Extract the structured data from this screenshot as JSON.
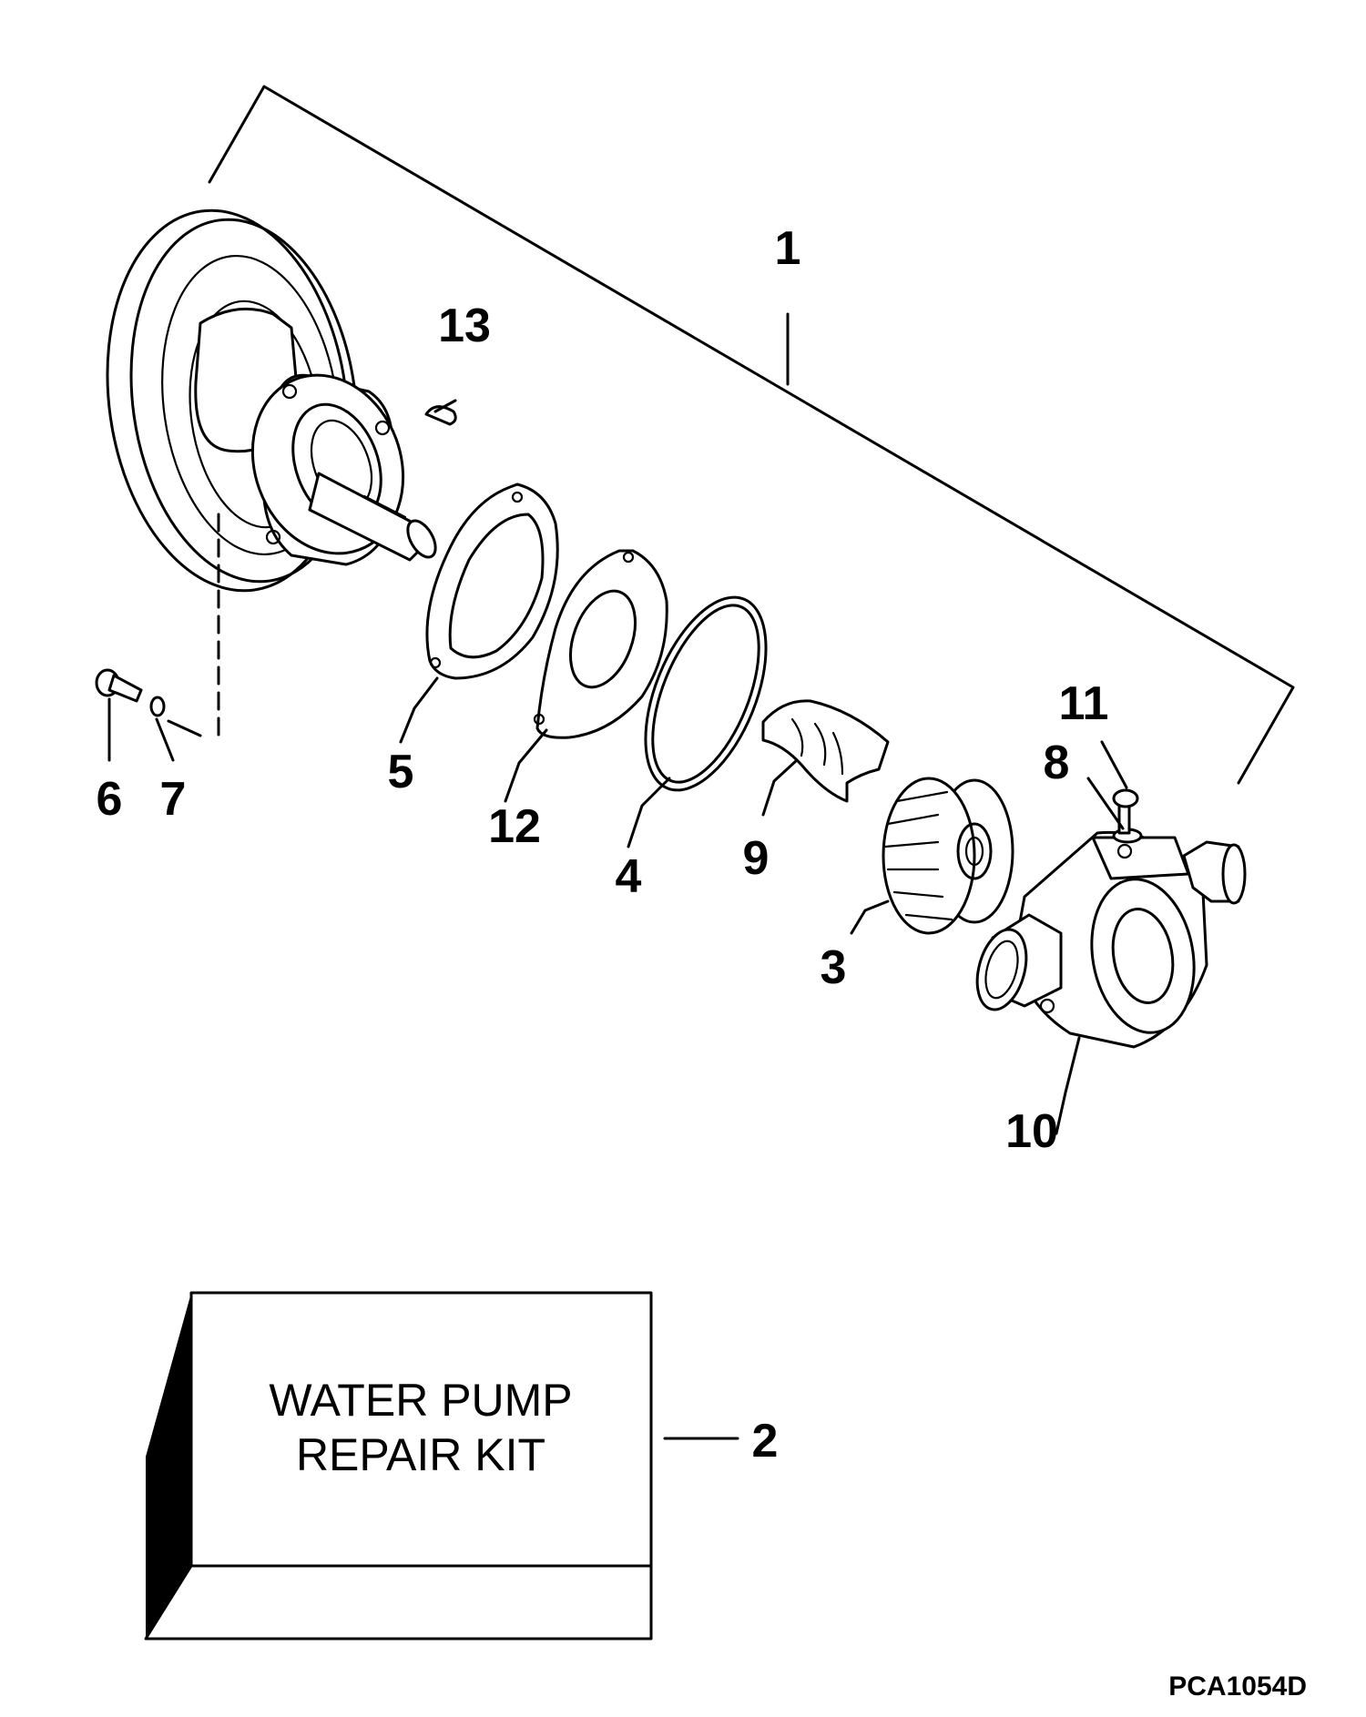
{
  "callouts": {
    "c1": "1",
    "c2": "2",
    "c3": "3",
    "c4": "4",
    "c5": "5",
    "c6": "6",
    "c7": "7",
    "c8": "8",
    "c9": "9",
    "c10": "10",
    "c11": "11",
    "c12": "12",
    "c13": "13"
  },
  "kit": {
    "line1": "WATER PUMP",
    "line2": "REPAIR KIT"
  },
  "ref_code": "PCA1054D"
}
